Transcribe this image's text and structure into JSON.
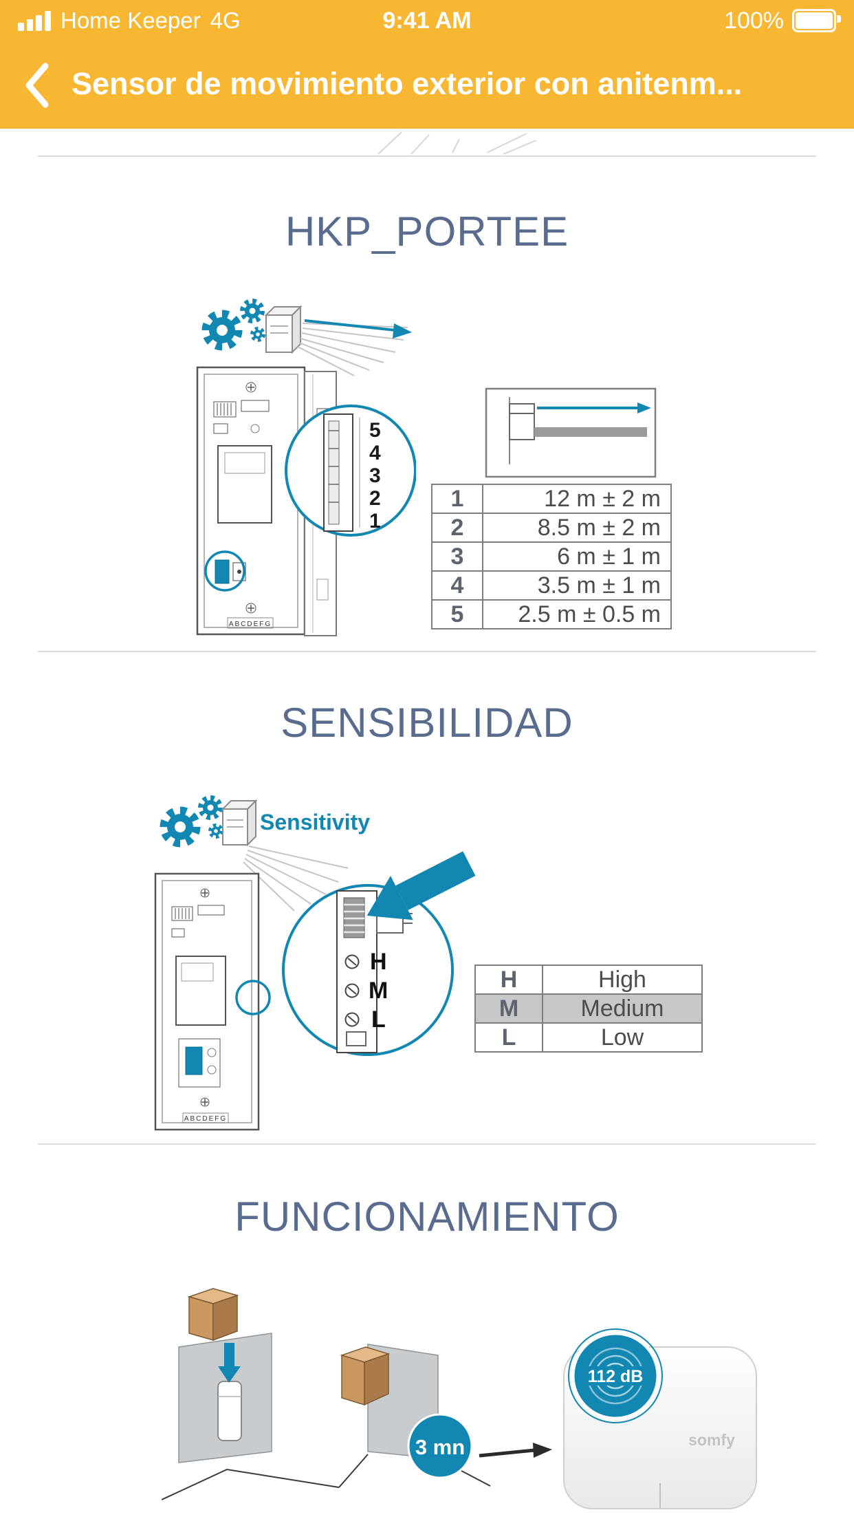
{
  "status_bar": {
    "carrier": "Home Keeper",
    "network": "4G",
    "time": "9:41 AM",
    "battery_pct": "100%"
  },
  "nav_bar": {
    "title": "Sensor de movimiento exterior con anitenm..."
  },
  "portee": {
    "title": "HKP_PORTEE",
    "dip_numbers": [
      "5",
      "4",
      "3",
      "2",
      "1"
    ],
    "board_label": "ABCDEFG",
    "range_table": [
      {
        "level": "1",
        "range": "12 m ± 2 m"
      },
      {
        "level": "2",
        "range": "8.5 m ± 2 m"
      },
      {
        "level": "3",
        "range": "6 m ± 1 m"
      },
      {
        "level": "4",
        "range": "3.5 m ± 1 m"
      },
      {
        "level": "5",
        "range": "2.5 m ± 0.5 m"
      }
    ]
  },
  "sensibilidad": {
    "title": "SENSIBILIDAD",
    "caption": "Sensitivity",
    "switch_labels": [
      "H",
      "M",
      "L"
    ],
    "board_label": "ABCDEFG",
    "selected_level": "M",
    "sensitivity_table": [
      {
        "level": "H",
        "value": "High"
      },
      {
        "level": "M",
        "value": "Medium"
      },
      {
        "level": "L",
        "value": "Low"
      }
    ]
  },
  "funcionamiento": {
    "title": "FUNCIONAMIENTO",
    "delay_label": "3 mn",
    "siren_label": "112 dB",
    "brand": "somfy"
  },
  "colors": {
    "header_yellow": "#F7B733",
    "accent_blue": "#1187B2",
    "section_title": "#5A6C8E"
  }
}
